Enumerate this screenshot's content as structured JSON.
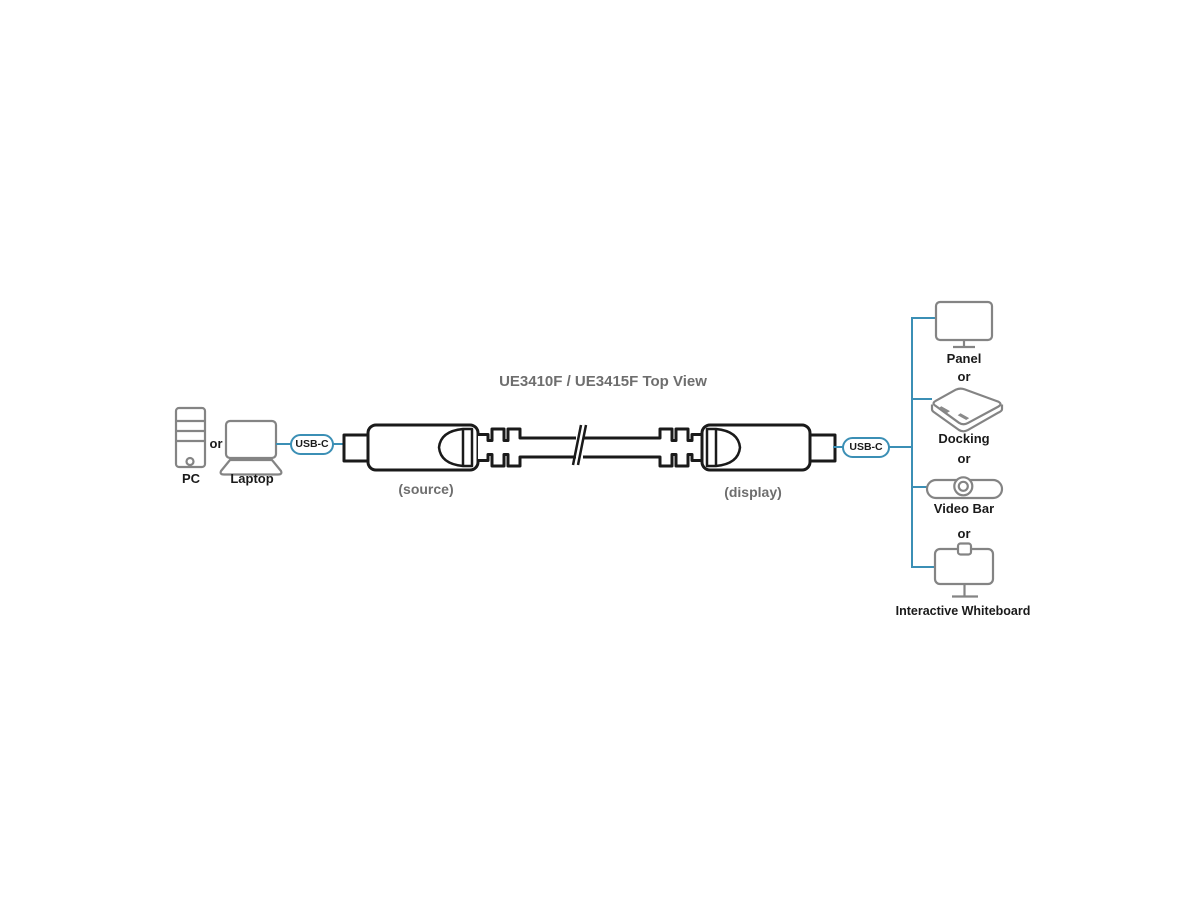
{
  "title": "UE3410F / UE3415F Top View",
  "left": {
    "pc_label": "PC",
    "or": "or",
    "laptop_label": "Laptop",
    "usbc_label": "USB-C",
    "caption": "(source)"
  },
  "right": {
    "usbc_label": "USB-C",
    "caption": "(display)",
    "or": "or",
    "devices": [
      {
        "label": "Panel"
      },
      {
        "label": "Docking"
      },
      {
        "label": "Video Bar"
      },
      {
        "label": "Interactive Whiteboard"
      }
    ]
  },
  "colors": {
    "accent": "#3b8fb5",
    "icon_gray": "#848484",
    "cable_black": "#1a1a1a",
    "caption_gray": "#6e6e6e"
  },
  "icons": {
    "source_icons": [
      "pc-tower-icon",
      "laptop-icon"
    ],
    "cable_icon": "usb-c-cable-icon",
    "device_icons": [
      "panel-icon",
      "docking-station-icon",
      "video-bar-icon",
      "interactive-whiteboard-icon"
    ]
  }
}
